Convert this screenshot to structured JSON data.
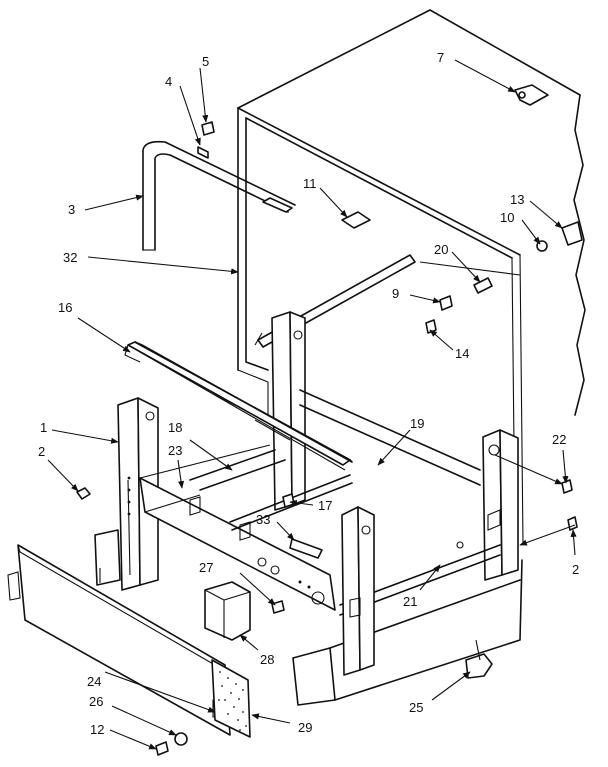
{
  "labels": {
    "p1": "1",
    "p2a": "2",
    "p2b": "2",
    "p3": "3",
    "p4": "4",
    "p5": "5",
    "p7": "7",
    "p9": "9",
    "p10": "10",
    "p11": "11",
    "p12": "12",
    "p13": "13",
    "p14": "14",
    "p16": "16",
    "p17": "17",
    "p18": "18",
    "p19": "19",
    "p20": "20",
    "p21": "21",
    "p22": "22",
    "p23": "23",
    "p24": "24",
    "p25": "25",
    "p26": "26",
    "p27": "27",
    "p28": "28",
    "p29": "29",
    "p32": "32",
    "p33": "33"
  }
}
